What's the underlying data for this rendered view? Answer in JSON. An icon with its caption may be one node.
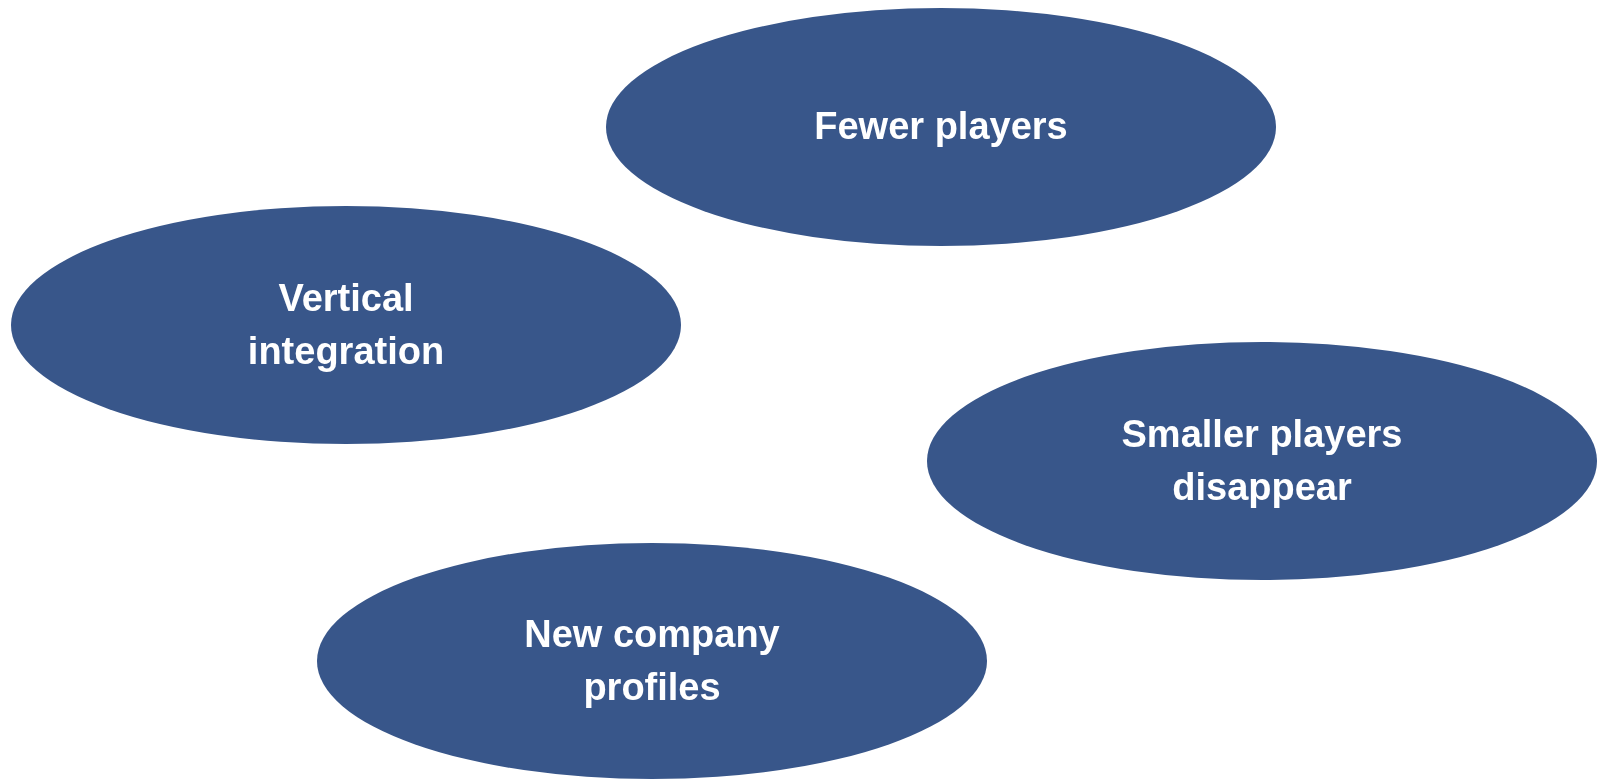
{
  "diagram": {
    "nodes": [
      {
        "text": [
          "Fewer players"
        ]
      },
      {
        "text": [
          "Vertical integration"
        ]
      },
      {
        "text": [
          "Smaller players disappear"
        ]
      },
      {
        "text": [
          "New company profiles"
        ]
      }
    ]
  }
}
